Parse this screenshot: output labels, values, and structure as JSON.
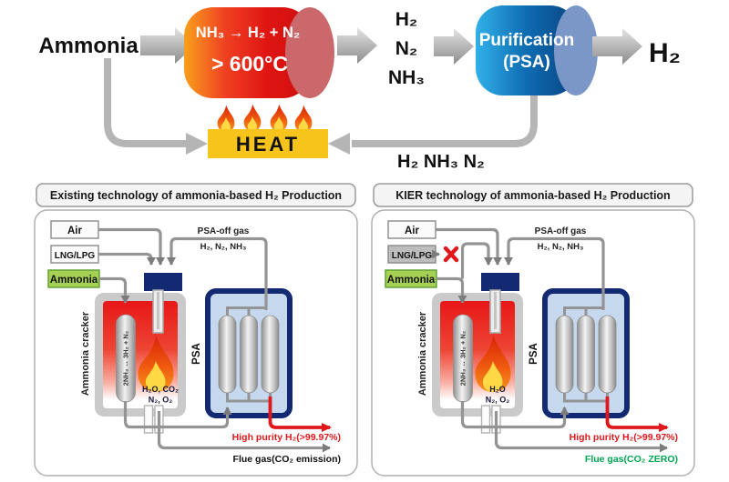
{
  "top_flow": {
    "ammonia_label": "Ammonia",
    "reactor": {
      "line1": "NH₃ → H₂ + N₂",
      "line2": "> 600°C"
    },
    "gases": {
      "g1": "H₂",
      "g2": "N₂",
      "g3": "NH₃"
    },
    "purifier": {
      "line1": "Purification",
      "line2": "(PSA)"
    },
    "product_label": "H₂",
    "heat_label": "HEAT",
    "recycle_gases": "H₂  NH₃  N₂"
  },
  "panels": [
    {
      "title": "Existing technology of ammonia-based H₂ Production",
      "inputs": {
        "air": "Air",
        "lng": "LNG/LPG",
        "ammonia": "Ammonia"
      },
      "psa_off": {
        "line1": "PSA-off gas",
        "line2": "H₂, N₂, NH₃"
      },
      "cracker_label": "Ammonia cracker",
      "reaction": "2NH₃ ↔ 3H₂ + N₂",
      "combustion": {
        "line1": "H₂O, CO₂",
        "line2": "N₂, O₂"
      },
      "psa_label": "PSA",
      "product": "High purity H₂(>99.97%)",
      "flue": "Flue gas(CO₂ emission)"
    },
    {
      "title": "KIER technology of ammonia-based H₂ Production",
      "inputs": {
        "air": "Air",
        "lng": "LNG/LPG",
        "ammonia": "Ammonia"
      },
      "psa_off": {
        "line1": "PSA-off gas",
        "line2": "H₂, N₂, NH₃"
      },
      "cracker_label": "Ammonia cracker",
      "reaction": "2NH₃ ↔ 3H₂ + N₂",
      "combustion": {
        "line1": "H₂O",
        "line2": "N₂, O₂"
      },
      "psa_label": "PSA",
      "product": "High purity H₂(>99.97%)",
      "flue": "Flue gas(CO₂ ZERO)"
    }
  ],
  "colors": {
    "reactor_orange": "#f9a01b",
    "reactor_red": "#cc0f0e",
    "reactor_cap": "#cb686c",
    "purifier_blue": "#0f66ad",
    "purifier_cap": "#7b97c7",
    "heat_yellow": "#f7c41c",
    "pipe_gray": "#b5b5b5",
    "panel_pipe_gray": "#949494",
    "burner_navy": "#132a72",
    "ammonia_green": "#a6d054",
    "accent_red": "#e0181b",
    "flue_green": "#00a651"
  }
}
